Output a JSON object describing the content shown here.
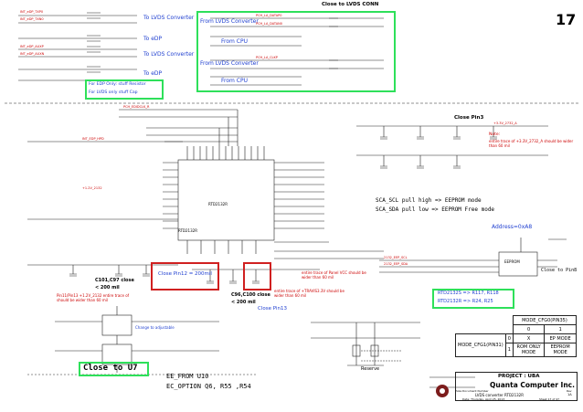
{
  "page_number": "17",
  "headers": {
    "close_to_lvds_conn": "Close to LVDS CONN",
    "close_pin3": "Close Pin3",
    "close_pin13": "Close Pin13",
    "close_to_u7": "Close to U7",
    "close_to_pin8": "Close to Pin8",
    "address": "Address=0xA8"
  },
  "blue_labels": {
    "to_lvds_converter_1": "To LVDS Converter",
    "to_edp_1": "To eDP",
    "to_lvds_converter_2": "To LVDS Converter",
    "to_edp_2": "To eDP",
    "from_lvds_converter_1": "From LVDS Converter",
    "from_cpu_1": "From CPU",
    "from_lvds_converter_2": "From LVDS Converter",
    "from_cpu_2": "From CPU"
  },
  "notes": {
    "edp_lvds_note_line1": "For EDP Only: stuff Resistor",
    "edp_lvds_note_line2": "For LVDS only stuff Cap",
    "close_pin12": "Close Pin12 = 200mil",
    "c101_c97_line1": "C101,C97 close",
    "c101_c97_line2": "< 200 mil",
    "c96_c100_line1": "C96,C100 close",
    "c96_c100_line2": "< 200 mil",
    "note_label": "Note:",
    "note_pin3": "entire trace of +3.3V_2732_A should be wider than 60 mil",
    "note_panel_vcc": "entire trace of Panel VCC should be wider than 60 mil",
    "note_travis": "entire trace of +TRAVIS3.3V should be wider than 60 mil",
    "note_pin11": "Pin11/Pin13 +1.2V_2132 entire trace of should be wider than 60 mil",
    "scl_pullhigh": "SCA_SCL pull high => EEPROM mode",
    "sda_pulllow": "SCA_SDA pull low   => EEPROM Free mode",
    "rtd_r117": "RTD2132S => R117, R118",
    "rtd_r24": "RTD2132R => R24, R25",
    "ee_from": "EE_FROM    U10",
    "ec_option": "EC_OPTION  Q6, R55 ,R54",
    "change_note": "Change to adjustable",
    "rtd_part": "RTD2132R",
    "reserve": "Reserve"
  },
  "mode_table": {
    "title": "MODE_CFG0(PIN35)",
    "row_header": "MODE_CFG1(PIN31)",
    "col0": "0",
    "col1": "1",
    "row0_val": "0",
    "row0_c0": "X",
    "row0_c1": "EP MODE",
    "row1_val": "1",
    "row1_c0": "ROM ONLY MODE",
    "row1_c1": "EEPROM MODE"
  },
  "title_block": {
    "project": "PROJECT : UBA",
    "company": "Quanta Computer Inc.",
    "document_number_label": "Document Number",
    "document_title": "LVDS converter RTD2132R",
    "size_label": "Size",
    "rev_label": "Rev",
    "rev": "1A",
    "date_label": "Date: Thursday, April 25, 2013",
    "sheet": "Sheet   17   of   47"
  },
  "nets": {
    "int_edp_txp0": "INT_eDP_TXP0",
    "int_edp_txn0": "INT_eDP_TXN0",
    "int_edp_auxp": "INT_eDP_AUXP",
    "int_edp_auxn": "INT_eDP_AUXN",
    "pch_la_data": "PCH_LA_DATAP0",
    "pch_la_datan": "PCH_LA_DATAN0",
    "pch_la_clkp": "PCH_LA_CLKP",
    "pch_edidclk": "PCH_EDIDCLK_R",
    "edp_hpd": "INT_EDP_HPD",
    "rtd_ic": "RTD2132R",
    "vcc_2732": "+3.3V_2732_A",
    "vdd_12": "+1.2V_2132",
    "mode_cfg": "MODE_CFG",
    "sda_scl": "2132_EEP_SCL",
    "sda_sda": "2132_EEP_SDA",
    "eeprom_ic": "EEPROM",
    "lm_3v3": "+3V"
  },
  "colors": {
    "annotation_blue": "#1f3fd0",
    "net_red": "#cc0000",
    "highlight_green": "#2ee05a",
    "highlight_red": "#d02020",
    "wire": "#222222"
  }
}
